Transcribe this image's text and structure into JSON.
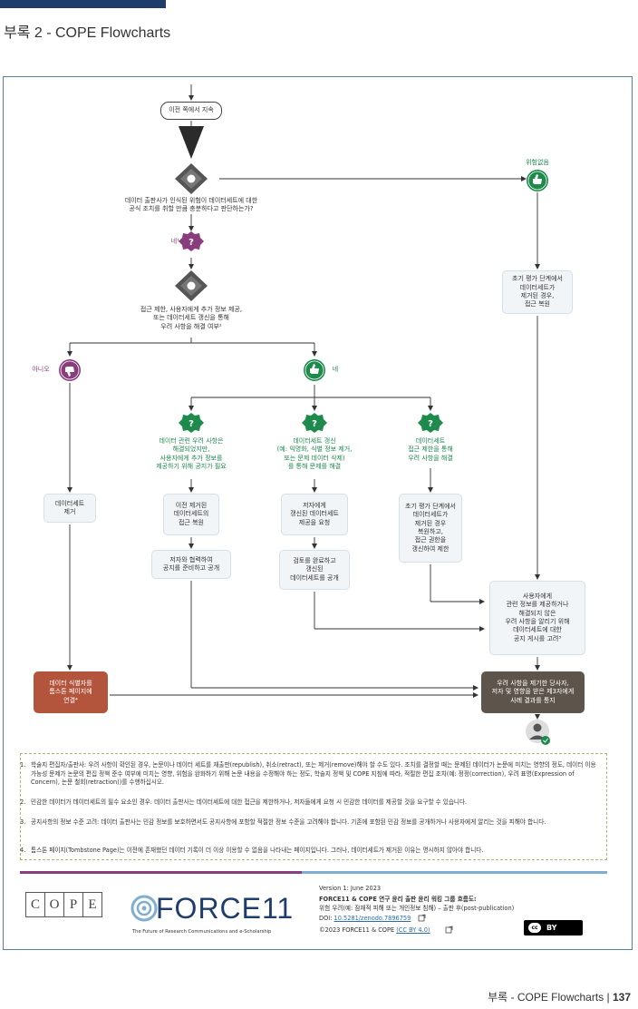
{
  "header": {
    "title": "부록 2 - COPE Flowcharts"
  },
  "flow": {
    "start": "이전 쪽에서 지속",
    "q1": "데이터 출판사가 인식된 위험이 데이터세트에 대한\n공식 조치를 취할 만큼 충분하다고 판단하는가?",
    "no_risk_label": "위험없음",
    "yes1_label": "네¹",
    "q2": "접근 제한, 사용자에게 추가 정보 제공,\n또는 데이터세트 갱신을 통해\n우려 사항을 해결 여부²",
    "no_label": "아니오",
    "yes_label": "네",
    "restore_right": "초기 평가 단계에서\n데이터세트가\n제거된 경우,\n접근 복원",
    "branch1": "데이터 관련 우려 사항은\n해결되었지만,\n사용자에게 추가 정보를\n제공하기 위해 공지가 필요",
    "branch2": "데이터세트 갱신\n(예: 익명화, 식별 정보 제거,\n또는 문제 데이터 삭제)\n를 통해 문제를 해결",
    "branch3": "데이터세트\n접근 제한을 통해\n우려 사항을 해결",
    "remove": "데이터세트\n제거",
    "restore1": "이전 제거된\n데이터세트의\n접근 복원",
    "notice1": "저자와 협력하여\n공지를 준비하고 공개",
    "request": "저자에게\n갱신된 데이터세트\n제공을 요청",
    "publish": "검토를 완료하고\n갱신된\n데이터세트를 공개",
    "restrict": "초기 평가 단계에서\n데이터세트가\n제거된 경우\n복원하고,\n접근 권한을\n갱신하여 제한",
    "consider": "사용자에게\n관련 정보를 제공하거나\n해결되지 않은\n우려 사항을 알리기 위해\n데이터세트에 대한\n공지 게시를 고려³",
    "tombstone": "데이터 식별자를\n톰스톤 페이지에\n연결⁴",
    "notify": "우려 사항을 제기한 당사자,\n저자 및 영향을 받은 제3자에게\n사례 결과를 통지"
  },
  "notes": [
    {
      "num": "1.",
      "text": "학술지 편집자/출판사: 우려 사항이 확인된 경우, 논문이나 데이터 세트를 재출판(republish), 취소(retract), 또는 제거(remove)해야 할 수도 있다. 조치를 결정할 때는 문제된 데이터가 논문에 미치는 영향의 정도, 데이터 이용 가능성 문제가 논문의 편집 정책 준수 여부에 미치는 영향, 위험을 완화하기 위해 논문 내용을 수정해야 하는 정도, 학술지 정책 및 COPE 지침에 따라, 적절한 편집 조치(예: 정정(correction), 우려 표명(Expression of Concern), 논문 철회(retraction))를 수행하십시오."
    },
    {
      "num": "2.",
      "text": "민감한 데이터가 데이터세트의 필수 요소인 경우: 데이터 출판사는 데이터세트에 대한 접근을 제한하거나, 저자들에게 요청 시 민감한 데이터를 제공할 것을 요구할 수 있습니다."
    },
    {
      "num": "3.",
      "text": "공지사항의 정보 수준 고려: 데이터 출판사는 민감 정보를 보호하면서도 공지사항에 포함할 적절한 정보 수준을 고려해야 합니다. 기존에 포함된 민감 정보를 공개하거나 사용자에게 알리는 것을 피해야 합니다."
    },
    {
      "num": "4.",
      "text": "톰스톤 페이지(Tombstone Page)는 이전에 존재했던 데이터 기록이 더 이상 이용할 수 없음을 나타내는 페이지입니다. 그러나, 데이터세트가 제거된 이유는 명시하지 않아야 합니다."
    }
  ],
  "footer_info": {
    "cope_letters": [
      "C",
      "O",
      "P",
      "E"
    ],
    "force_logo": "FORCE11",
    "force_tagline": "The Future of Research Communications and e-Scholarship",
    "version": "Version 1: June 2023",
    "title": "FORCE11 & COPE 연구 윤리 출판 윤리 워킹 그룹 흐름도:",
    "subtitle": "위험 우려(예: 잠재적 피해 또는 개인정보 침해) – 출판 후(post-publication)",
    "doi_prefix": "DOI: ",
    "doi": "10.5281/zenodo.7896759",
    "copyright": "©2023 FORCE11 & COPE  ",
    "license": "(CC BY 4.0)",
    "cc_badge": "BY",
    "cc_icon": "cc"
  },
  "page_footer": {
    "section": "부록 - COPE Flowcharts | ",
    "page": "137"
  },
  "colors": {
    "green": "#1e8a4c",
    "purple": "#8a3d7c",
    "navy": "#1f3d6b",
    "red": "#b3553c",
    "dark": "#5d544c"
  }
}
